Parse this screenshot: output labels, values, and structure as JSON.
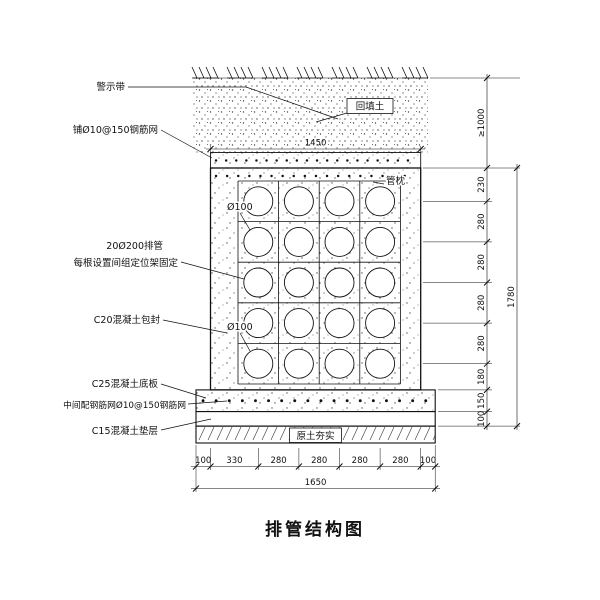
{
  "title": "排管结构图",
  "labels": {
    "warning_tape": "警示带",
    "top_mesh": "铺Ø10@150钢筋网",
    "pipes_line1": "20Ø200排管",
    "pipes_line2": "每根设置间组定位架固定",
    "encasement": "C20混凝土包封",
    "base_slab": "C25混凝土底板",
    "slab_mesh": "中间配钢筋网Ø10@150钢筋网",
    "cushion": "C15混凝土垫层",
    "backfill": "回填土",
    "pipe_pillow": "管枕",
    "pipe_dia_upper": "Ø100",
    "pipe_dia_lower": "Ø100",
    "compacted_soil": "原土夯实"
  },
  "dimensions": {
    "top_width": "1450",
    "right_depth_min": "≥1000",
    "right_segments": [
      "230",
      "280",
      "280",
      "280",
      "280",
      "180",
      "150",
      "100"
    ],
    "right_total": "1780",
    "bottom_segments": [
      "100",
      "330",
      "280",
      "280",
      "280",
      "280",
      "100"
    ],
    "bottom_total": "1650"
  }
}
